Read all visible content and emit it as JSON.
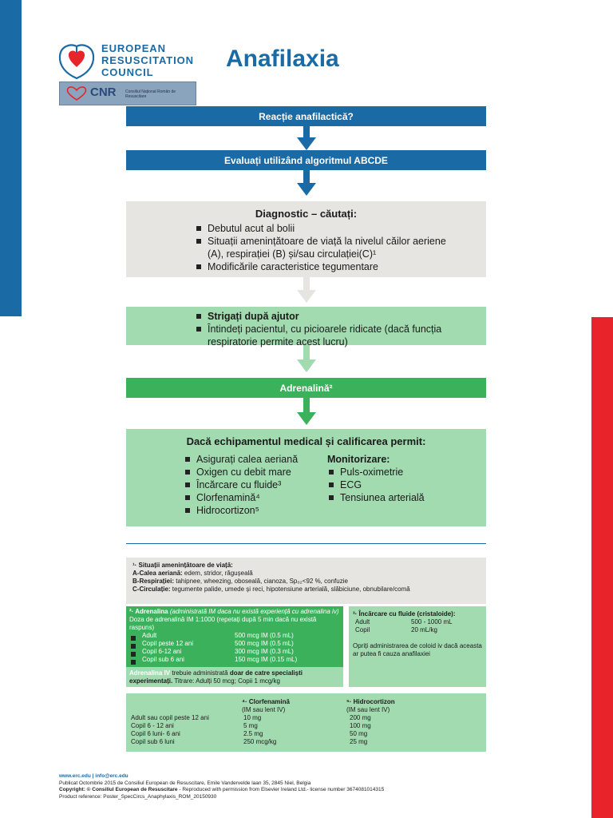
{
  "header": {
    "org_name": "EUROPEAN RESUSCITATION COUNCIL",
    "org_line1": "EUROPEAN",
    "org_line2": "RESUSCITATION",
    "org_line3": "COUNCIL",
    "title": "Anafilaxia",
    "cnr_logo": "CNR",
    "cnr_subtitle": "Consiliul Național Român de Resuscitare"
  },
  "colors": {
    "blue": "#1a6aa6",
    "red": "#e8232a",
    "green": "#3cb15c",
    "light_green": "#a3dbb0",
    "gray": "#e6e5e2"
  },
  "flow": {
    "step1": "Reacție anafilactică?",
    "step2": "Evaluați utilizând algoritmul  ABCDE",
    "diagnostic": {
      "title": "Diagnostic – căutați:",
      "items": [
        "Debutul acut al bolii",
        "Situații amenințătoare de viață la nivelul căilor aeriene (A), respirației (B) și/sau circulației(C)¹",
        "Modificările caracteristice tegumentare"
      ]
    },
    "help": {
      "items": [
        "Strigați după ajutor",
        "Întindeți pacientul, cu picioarele ridicate (dacă funcția respiratorie permite acest lucru)"
      ]
    },
    "adrenaline": "Adrenalină²",
    "equipment": {
      "title": "Dacă echipamentul medical și calificarea permit:",
      "left_items": [
        "Asigurați calea aeriană",
        "Oxigen cu debit mare",
        "Încărcare cu fluide³",
        "Clorfenamină⁴",
        "Hidrocortizon⁵"
      ],
      "monitor_title": "Monitorizare:",
      "right_items": [
        "Puls-oximetrie",
        "ECG",
        "Tensiunea arterială"
      ]
    }
  },
  "notes": {
    "n1_title": "¹· Situații amenințătoare de viață:",
    "n1_a_label": "A-Calea aeriană:",
    "n1_a_text": " edem, stridor, răgușeală",
    "n1_b_label": "B-Respirației:",
    "n1_b_text": " tahipnee, wheezing, oboseală, cianoza, Sp₀₂<92 %, confuzie",
    "n1_c_label": "C-Circulație:",
    "n1_c_text": " tegumente palide, umede și reci, hipotensiune arterială, slăbiciune, obnubilare/comă",
    "n2_title": "²· Adrenalina",
    "n2_title_note": " (administrată IM daca nu există experiență cu adrenalina iv)",
    "n2_dose_title": "Doza de adrenalină IM 1:1000 (repetați după 5 min dacă nu  există raspuns)",
    "n2_rows": [
      {
        "label": "Adult",
        "value": "500 mcg IM (0.5 mL)"
      },
      {
        "label": "Copil peste 12 ani",
        "value": "500 mcg IM (0.5 mL)"
      },
      {
        "label": "Copil 6-12 ani",
        "value": "300 mcg IM (0.3 mL)"
      },
      {
        "label": "Copil sub 6 ani",
        "value": "150 mcg IM (0.15 mL)"
      }
    ],
    "n2_iv_bold1": "Adrenalina IV",
    "n2_iv_text1": " trebuie administrată ",
    "n2_iv_bold2": "doar de catre specialiști experimentați.",
    "n2_iv_text2": " Titrare: Adulți 50 mcg;  Copii 1 mcg/kg",
    "n3_title": "³· Încărcare cu fluide (cristaloide):",
    "n3_rows": [
      {
        "label": "Adult",
        "value": "500 - 1000 mL"
      },
      {
        "label": "Copil",
        "value": "20 mL/kg"
      }
    ],
    "n3_note": "Opriți administrarea de coloid iv dacă aceasta ar putea fi cauza anafilaxiei",
    "n4_title": "⁴· Clorfenamină",
    "n4_sub": "(IM sau lent IV)",
    "n5_title": "⁵· Hidrocortizon",
    "n5_sub": "(IM sau lent IV)",
    "dose_rows": [
      {
        "label": "Adult sau copil peste 12 ani",
        "c": "10 mg",
        "h": "200 mg"
      },
      {
        "label": "Copil 6 - 12 ani",
        "c": "5 mg",
        "h": "100 mg"
      },
      {
        "label": "Copil 6 luni- 6 ani",
        "c": "2.5 mg",
        "h": "50 mg"
      },
      {
        "label": "Copil sub 6 luni",
        "c": "250 mcg/kg",
        "h": "25 mg"
      }
    ]
  },
  "footer": {
    "links": "www.erc.edu | info@erc.edu",
    "published": "Publicat Octombrie 2015 de Consiliul European de Resuscitare, Emile Vandervelde laan 35, 2845 Niel, Belgia",
    "copyright_label": "Copyright:",
    "copyright_text": " © Consiliul European de Resuscitare",
    "copyright_rest": " - Reproduced with permission from Elsevier Ireland Ltd.- license number 3674081014315",
    "product": "Product reference: Poster_SpecCircs_Anaphylaxis_ROM_20150930"
  }
}
